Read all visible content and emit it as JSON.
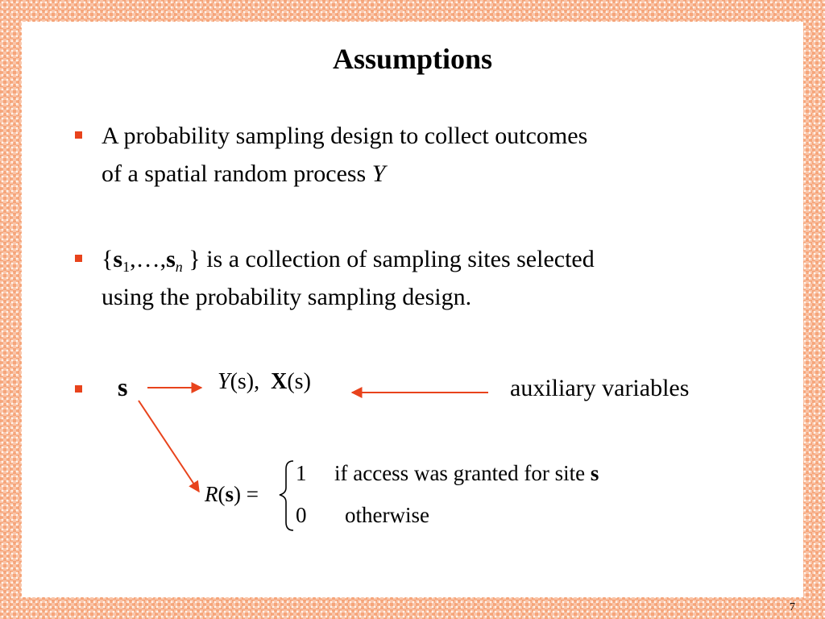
{
  "slide": {
    "title": "Assumptions",
    "bullets": {
      "b1": {
        "line1": "A probability sampling design to collect outcomes",
        "line2_prefix": "of a spatial random process ",
        "line2_var": "Y"
      },
      "b2": {
        "open_brace": "{",
        "s_first": "s",
        "sub_first": "1",
        "middle": ",…,",
        "s_last": "s",
        "sub_last": "n",
        "close_brace": "}",
        "line1_rest": "is a collection of sampling sites selected",
        "line2": "using the probability sampling design."
      },
      "b3": {
        "site_symbol": "s",
        "y_func": "Y",
        "y_args": "(s),",
        "x_func": "X",
        "x_args": "(s)",
        "aux_label": "auxiliary variables"
      }
    },
    "formula": {
      "lhs_func": "R",
      "lhs_args": "(s)",
      "equals": "=",
      "case1_value": "1",
      "case1_condition": "if access was granted for site",
      "case1_symbol": "s",
      "case2_value": "0",
      "case2_condition": "otherwise"
    },
    "page_number": "7"
  },
  "colors": {
    "accent": "#e8431c",
    "border": "#f6a57a"
  }
}
